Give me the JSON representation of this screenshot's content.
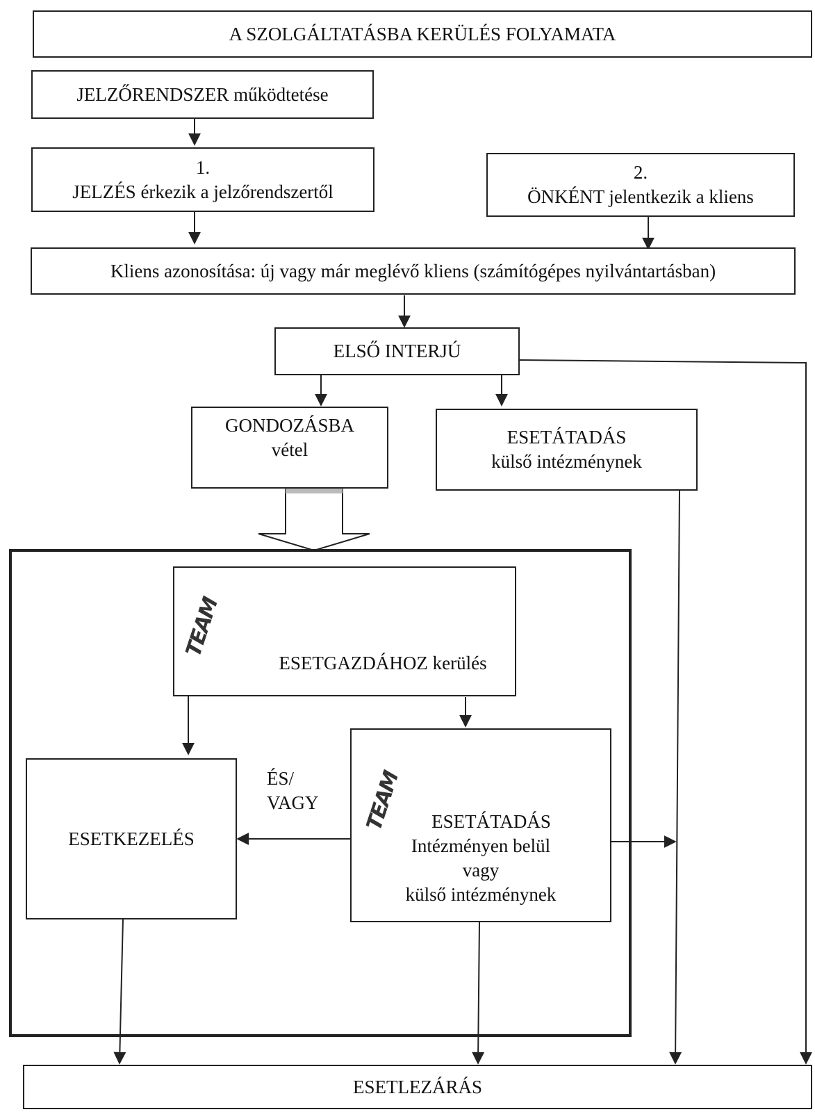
{
  "title": "A SZOLGÁLTATÁSBA KERÜLÉS FOLYAMATA",
  "boxes": {
    "jelzorendszer": "JELZŐRENDSZER működtetése",
    "jelzes_num": "1.",
    "jelzes_text": "JELZÉS érkezik a jelzőrendszertől",
    "onkent_num": "2.",
    "onkent_text": "ÖNKÉNT jelentkezik a kliens",
    "azonositas": "Kliens azonosítása: új vagy már meglévő kliens (számítógépes nyilvántartásban)",
    "elso_interju": "ELSŐ INTERJÚ",
    "gondozasba_1": "GONDOZÁSBA",
    "gondozasba_2": "vétel",
    "esetatadas_kulso_1": "ESETÁTADÁS",
    "esetatadas_kulso_2": "külső intézménynek",
    "esetgazda": "ESETGAZDÁHOZ kerülés",
    "esetkezeles": "ESETKEZELÉS",
    "es_vagy_1": "ÉS/",
    "es_vagy_2": "VAGY",
    "esetatadas_belul_1": "ESETÁTADÁS",
    "esetatadas_belul_2": "Intézményen belül",
    "esetatadas_belul_3": "vagy",
    "esetatadas_belul_4": "külső intézménynek",
    "esetlezaras": "ESETLEZÁRÁS"
  },
  "team_logo": "TEAM"
}
